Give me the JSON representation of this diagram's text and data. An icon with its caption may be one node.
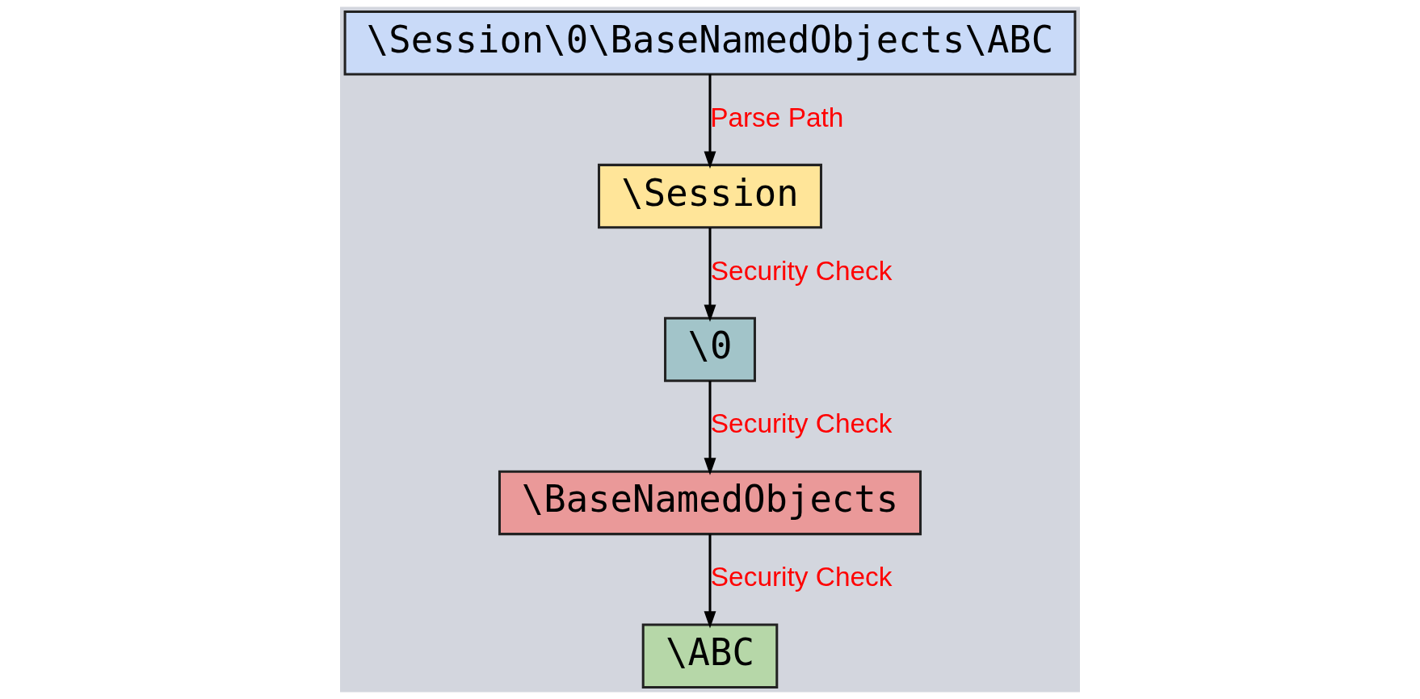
{
  "diagram": {
    "nodes": [
      {
        "text": [
          "\\Session\\0\\BaseNamedObjects\\ABC"
        ]
      },
      {
        "text": [
          "\\Session"
        ]
      },
      {
        "text": [
          "\\0"
        ]
      },
      {
        "text": [
          "\\BaseNamedObjects"
        ]
      },
      {
        "text": [
          "\\ABC"
        ]
      }
    ],
    "edges": [
      {
        "from": 0,
        "to": 1,
        "arrow": "to",
        "label": "Parse Path"
      },
      {
        "from": 1,
        "to": 2,
        "arrow": "to",
        "label": "Security Check"
      },
      {
        "from": 2,
        "to": 3,
        "arrow": "to",
        "label": "Security Check"
      },
      {
        "from": 3,
        "to": 4,
        "arrow": "to",
        "label": "Security Check"
      }
    ]
  }
}
